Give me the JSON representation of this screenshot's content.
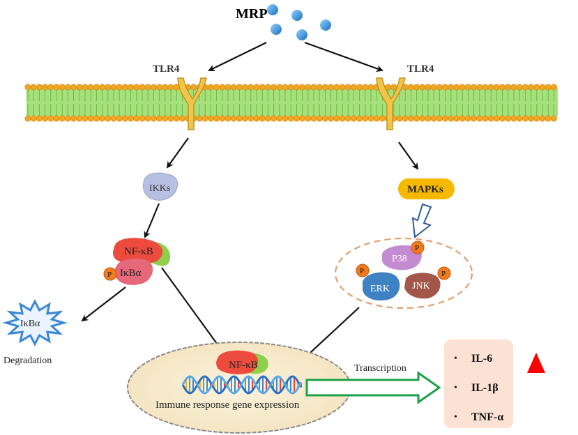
{
  "ligand": {
    "label": "MRP",
    "color": "#3a86d8"
  },
  "receptors": {
    "left_label": "TLR4",
    "right_label": "TLR4",
    "color": "#f0c64a"
  },
  "left_pathway": {
    "ikks": "IKKs",
    "complex": {
      "nfkb": "NF-κB",
      "ikba": "IκBα",
      "phospho": "P"
    },
    "degraded": {
      "label": "IκBα",
      "caption": "Degradation"
    }
  },
  "right_pathway": {
    "mapks": "MAPKs",
    "kinases": {
      "p38": "P38",
      "erk": "ERK",
      "jnk": "JNK",
      "phospho": "P"
    }
  },
  "nucleus": {
    "nfkb": "NF-κB",
    "caption": "Immune response gene expression",
    "transcription": "Transcription"
  },
  "output": {
    "bullet": "•",
    "cytokines": [
      "IL-6",
      "IL-1β",
      "TNF-α"
    ],
    "box_color": "#fbe2d4",
    "arrow_color": "#ff0000"
  },
  "colors": {
    "membrane": "#a6e07a",
    "heads": "#f0a623",
    "mapks": "#f6b800",
    "ikks": "#b7c0e2",
    "nfkb": "#ee4b3f",
    "ikba": "#e6687a",
    "green": "#8ed04e",
    "p38": "#c38bd0",
    "erk": "#3f82c3",
    "jnk": "#a2574a",
    "phospho": "#f07a1e",
    "transcription_arrow": "#1da146"
  }
}
